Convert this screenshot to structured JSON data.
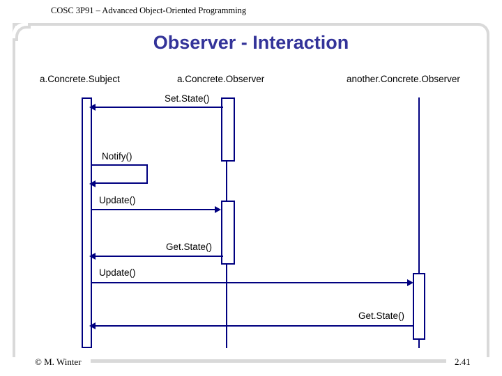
{
  "header": {
    "course": "COSC 3P91 – Advanced Object-Oriented Programming"
  },
  "title": "Observer - Interaction",
  "footer": {
    "author": "© M. Winter",
    "page": "2.41"
  },
  "diagram": {
    "type": "sequence",
    "participants": [
      {
        "label": "a.Concrete.Subject"
      },
      {
        "label": "a.Concrete.Observer"
      },
      {
        "label": "another.Concrete.Observer"
      }
    ],
    "messages": [
      {
        "label": "Set.State()",
        "from": "a.Concrete.Observer",
        "to": "a.Concrete.Subject",
        "direction": "left"
      },
      {
        "label": "Notify()",
        "from": "a.Concrete.Subject",
        "to": "a.Concrete.Subject",
        "direction": "self"
      },
      {
        "label": "Update()",
        "from": "a.Concrete.Subject",
        "to": "a.Concrete.Observer",
        "direction": "right"
      },
      {
        "label": "Get.State()",
        "from": "a.Concrete.Observer",
        "to": "a.Concrete.Subject",
        "direction": "left"
      },
      {
        "label": "Update()",
        "from": "a.Concrete.Subject",
        "to": "another.Concrete.Observer",
        "direction": "right"
      },
      {
        "label": "Get.State()",
        "from": "another.Concrete.Observer",
        "to": "a.Concrete.Subject",
        "direction": "left"
      }
    ]
  },
  "colors": {
    "title": "#333399",
    "diagram_line": "#000080",
    "frame": "#d9d9d9"
  }
}
